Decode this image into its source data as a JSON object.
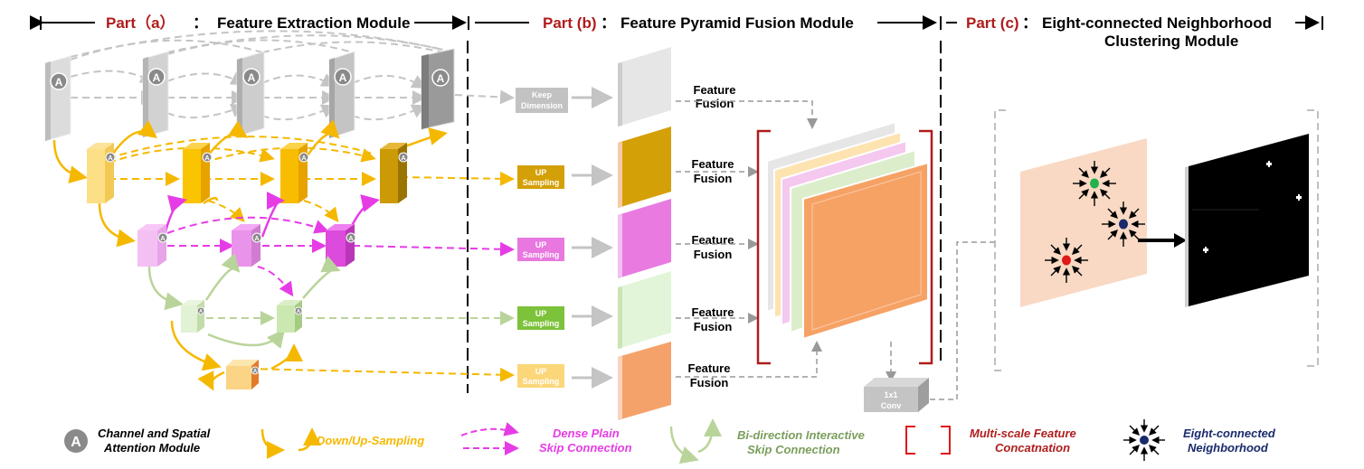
{
  "headers": {
    "part_a": {
      "tag": "Part（a）",
      "sep": "：",
      "title": "Feature Extraction Module"
    },
    "part_b": {
      "tag": "Part (b)",
      "sep": "：",
      "title": "Feature Pyramid Fusion Module"
    },
    "part_c": {
      "tag": "Part (c)",
      "sep": "：",
      "title_line1": "Eight-connected Neighborhood",
      "title_line2": "Clustering Module"
    }
  },
  "attention_letter": "A",
  "ops": {
    "keep_line1": "Keep",
    "keep_line2": "Dimension",
    "up_line1": "UP",
    "up_line2": "Sampling"
  },
  "fusion": {
    "line1": "Feature",
    "line2": "Fusion"
  },
  "conv": {
    "line1": "1x1",
    "line2": "Conv"
  },
  "legend": {
    "attention_line1": "Channel and Spatial",
    "attention_line2": "Attention Module",
    "sampling": "Down/Up-Sampling",
    "dense_line1": "Dense Plain",
    "dense_line2": "Skip Connection",
    "bidir_line1": "Bi-direction Interactive",
    "bidir_line2": "Skip Connection",
    "concat_line1": "Multi-scale Feature",
    "concat_line2": "Concatnation",
    "eight_line1": "Eight-connected",
    "eight_line2": "Neighborhood"
  },
  "colors": {
    "part_red": "#b01c1c",
    "gray": "#c8c8c8",
    "yellow": "#f5b800",
    "magenta": "#e63ce6",
    "green": "#b9d49a",
    "orange": "#f5a26a",
    "dark_gold": "#d4a008",
    "bright_green": "#7cc23a",
    "light_yellow": "#fbd77a",
    "navy": "#1a2a6c"
  }
}
